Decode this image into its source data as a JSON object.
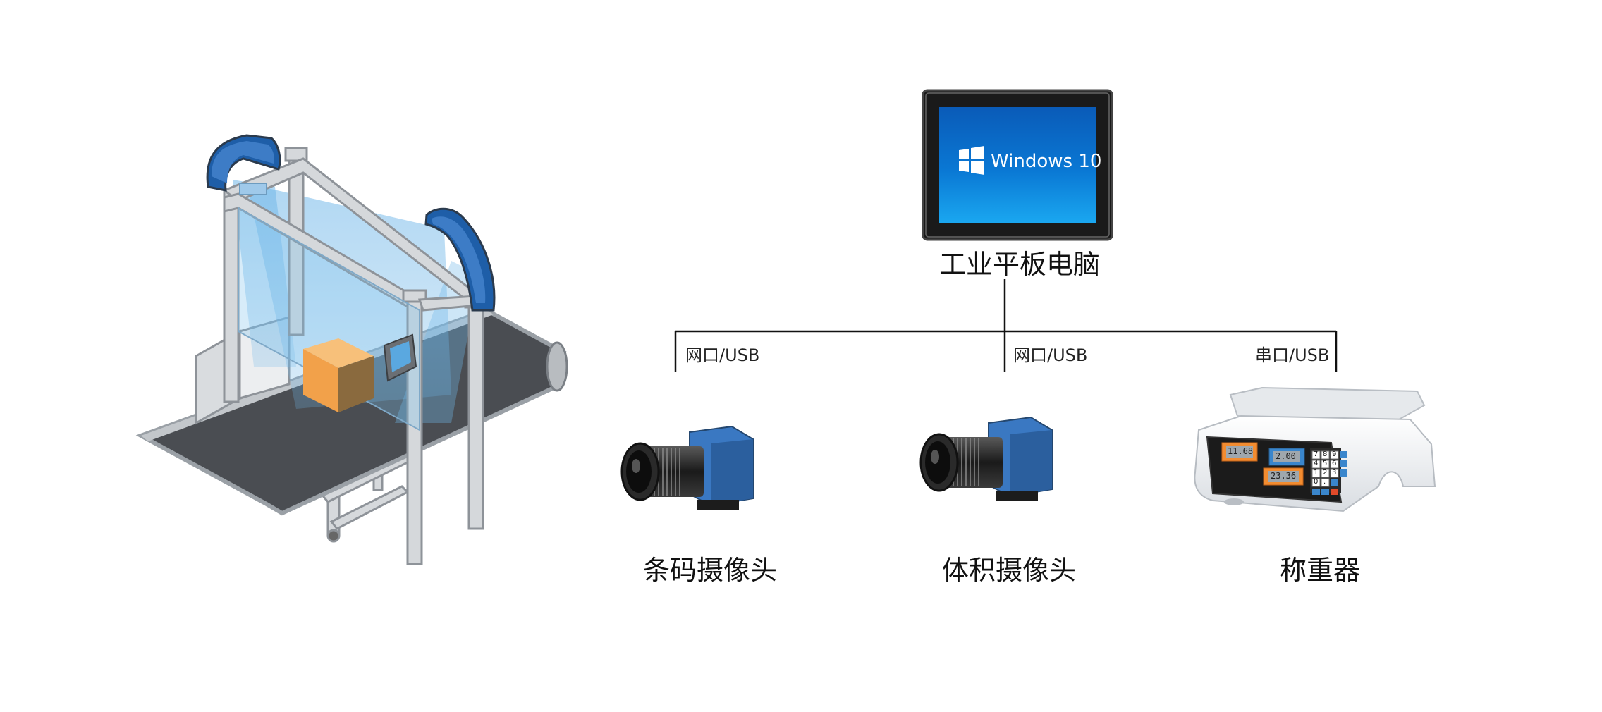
{
  "tablet": {
    "title": "工业平板电脑",
    "os_label": "Windows 10"
  },
  "connections": [
    {
      "label": "网口/USB"
    },
    {
      "label": "网口/USB"
    },
    {
      "label": "串口/USB"
    }
  ],
  "devices": [
    {
      "title": "条码摄像头"
    },
    {
      "title": "体积摄像头"
    },
    {
      "title": "称重器"
    }
  ],
  "scale_display": {
    "weight": "11.68",
    "price": "2.00",
    "total": "23.36",
    "keys": [
      "7",
      "8",
      "9",
      "4",
      "5",
      "6",
      "1",
      "2",
      "3",
      "0",
      "."
    ]
  },
  "colors": {
    "screen_blue": "#0a78d4",
    "camera_blue": "#3a78c2",
    "box_orange": "#f2a14a",
    "scanner_blue": "#1e5ea8",
    "conveyor_belt": "#4a4d52"
  }
}
